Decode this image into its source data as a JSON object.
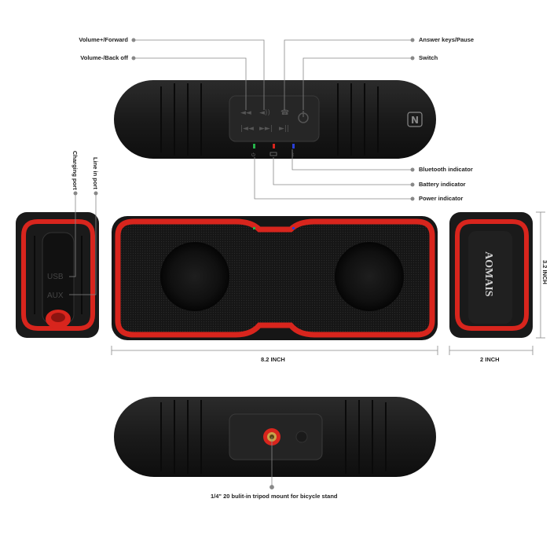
{
  "callouts": {
    "volume_up_forward": "Volume+/Forward",
    "volume_down_back": "Volume-/Back off",
    "answer_keys_pause": "Answer keys/Pause",
    "switch": "Switch",
    "bluetooth_indicator": "Bluetooth indicator",
    "battery_indicator": "Battery indicator",
    "power_indicator": "Power indicator",
    "charging_port": "Charging port",
    "line_in_port": "Line in port",
    "tripod_mount": "1/4\" 20 bulit-in tripod mount for bicycle stand"
  },
  "dimensions": {
    "width": "8.2 INCH",
    "depth": "2 INCH",
    "height": "3.2 INCH"
  },
  "device": {
    "brand": "AOMAIS",
    "port_usb": "USB",
    "port_aux": "AUX",
    "nfc_mark": "N"
  },
  "colors": {
    "body": "#1c1c1c",
    "accent": "#d8251d",
    "bluetooth_led": "#2a3fd8",
    "battery_led": "#d8251d",
    "power_led": "#26b34a"
  }
}
